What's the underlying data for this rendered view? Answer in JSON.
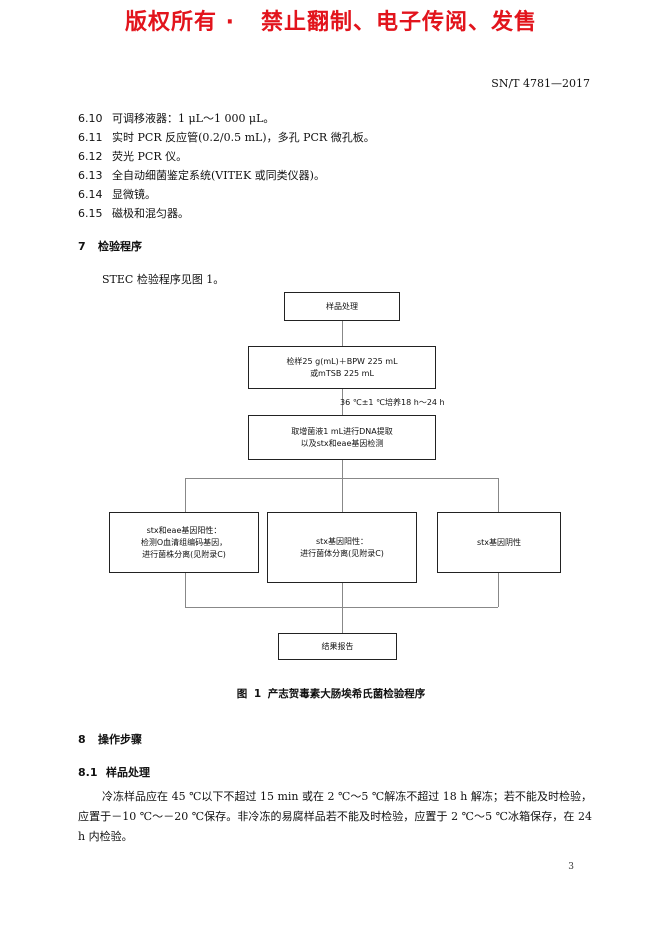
{
  "watermark": "版权所有 ·   禁止翻制、电子传阅、发售",
  "doc_number": "SN/T 4781—2017",
  "equipment_list": [
    {
      "num": "6.10",
      "text": "可调移液器：1 μL～1 000 μL。"
    },
    {
      "num": "6.11",
      "text": "实时 PCR 反应管(0.2/0.5 mL)，多孔 PCR 微孔板。"
    },
    {
      "num": "6.12",
      "text": "荧光 PCR 仪。"
    },
    {
      "num": "6.13",
      "text": "全自动细菌鉴定系统(VITEK 或同类仪器)。"
    },
    {
      "num": "6.14",
      "text": "显微镜。"
    },
    {
      "num": "6.15",
      "text": "磁极和混匀器。"
    }
  ],
  "section7": {
    "num": "7",
    "title": "检验程序"
  },
  "section7_intro": "STEC 检验程序见图 1。",
  "flowchart": {
    "sample_processing": "样品处理",
    "enrichment_line1": "检样25 g(mL)＋BPW 225 mL",
    "enrichment_line2": "或mTSB 225 mL",
    "culture_condition": "36 ℃±1 ℃培养18 h～24 h",
    "dna_line1": "取增菌液1 mL进行DNA提取",
    "dna_line2": "以及stx和eae基因检测",
    "branch_left_line1": "stx和eae基因阳性：",
    "branch_left_line2": "检测O血清组编码基因，",
    "branch_left_line3": "进行菌株分离(见附录C)",
    "branch_middle_line1": "stx基因阳性：",
    "branch_middle_line2": "进行菌体分离(见附录C)",
    "branch_right": "stx基因阴性",
    "report": "结果报告"
  },
  "figure_caption": "图 1   产志贺毒素大肠埃希氏菌检验程序",
  "section8": {
    "num": "8",
    "title": "操作步骤"
  },
  "section81": {
    "num": "8.1",
    "title": "样品处理"
  },
  "section81_text": "冷冻样品应在 45 ℃以下不超过 15 min 或在 2 ℃～5 ℃解冻不超过 18 h 解冻；若不能及时检验，应置于－10 ℃～－20 ℃保存。非冷冻的易腐样品若不能及时检验，应置于 2 ℃～5 ℃冰箱保存，在 24 h 内检验。",
  "page_number": "3"
}
